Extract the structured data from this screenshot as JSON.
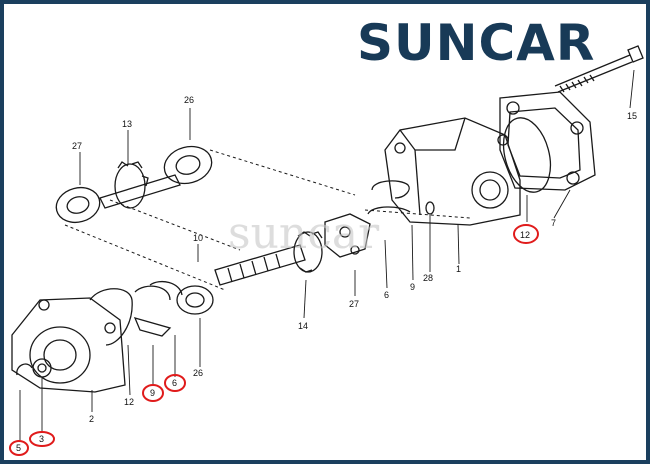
{
  "brand": {
    "name": "SUNCAR",
    "accent": "#183a57",
    "highlight": "#e01b1b"
  },
  "watermark": "suncar",
  "labels": {
    "l26a": "26",
    "l13": "13",
    "l27a": "27",
    "l10": "10",
    "l14": "14",
    "l27b": "27",
    "l6a": "6",
    "l9a": "9",
    "l28": "28",
    "l1": "1",
    "l12a": "12",
    "l7": "7",
    "l15": "15",
    "l12b": "12",
    "l9b": "9",
    "l6b": "6",
    "l26b": "26",
    "l2": "2",
    "l3": "3",
    "l5": "5"
  }
}
